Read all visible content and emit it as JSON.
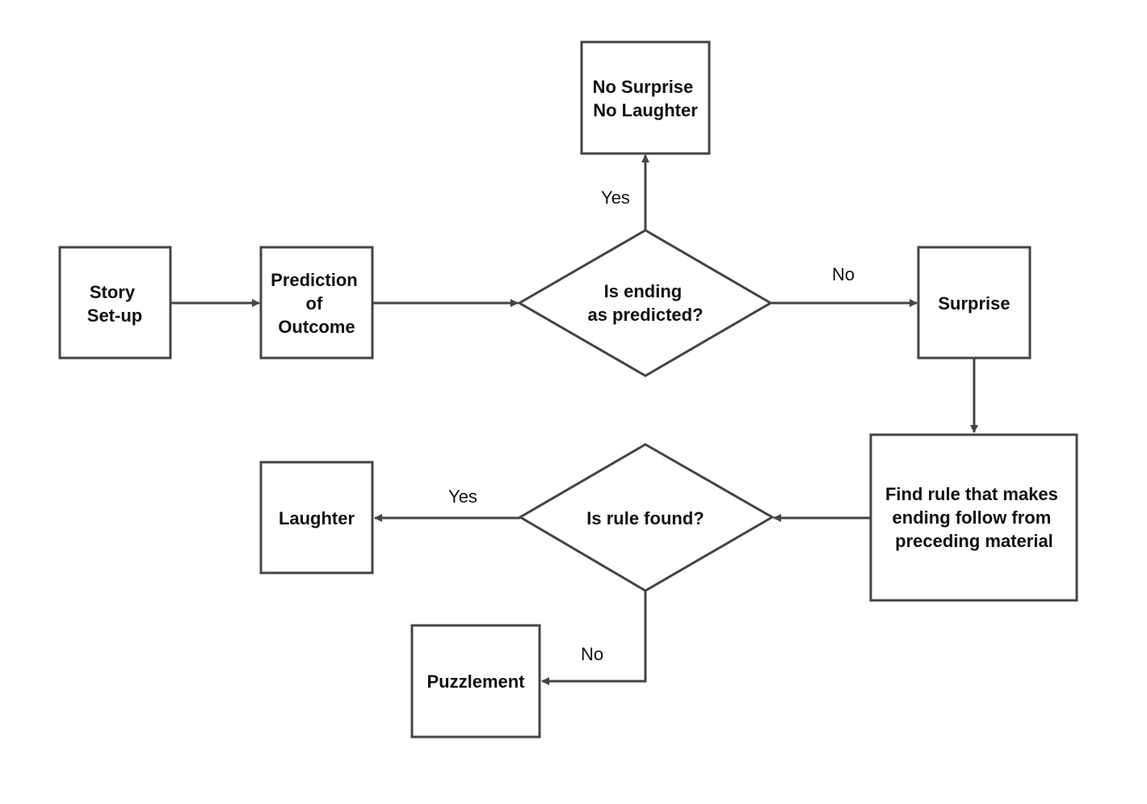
{
  "colors": {
    "stroke": "#444444",
    "text": "#111111",
    "background": "#ffffff"
  },
  "nodes": {
    "story_setup": [
      "Story",
      "Set-up"
    ],
    "prediction": [
      "Prediction",
      "of",
      "Outcome"
    ],
    "decision_ending": [
      "Is ending",
      "as predicted?"
    ],
    "no_surprise": [
      "No Surprise",
      "No Laughter"
    ],
    "surprise": [
      "Surprise"
    ],
    "find_rule": [
      "Find rule that makes",
      "ending follow from",
      "preceding material"
    ],
    "decision_rule": [
      "Is rule found?"
    ],
    "laughter": [
      "Laughter"
    ],
    "puzzlement": [
      "Puzzlement"
    ]
  },
  "edge_labels": {
    "ending_yes": "Yes",
    "ending_no": "No",
    "rule_yes": "Yes",
    "rule_no": "No"
  }
}
